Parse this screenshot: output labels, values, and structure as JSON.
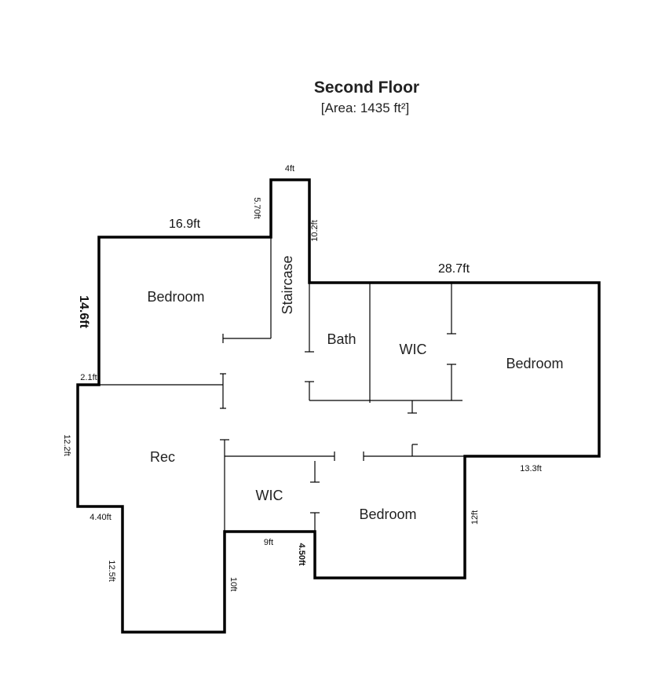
{
  "title": "Second Floor",
  "subtitle": "[Area: 1435 ft²]",
  "rooms": {
    "bedroom_nw": "Bedroom",
    "staircase": "Staircase",
    "bath": "Bath",
    "wic_ne": "WIC",
    "bedroom_e": "Bedroom",
    "rec": "Rec",
    "wic_s": "WIC",
    "bedroom_s": "Bedroom"
  },
  "dimensions": {
    "d_16_9": "16.9ft",
    "d_14_6": "14.6ft",
    "d_5_70": "5.70ft",
    "d_4": "4ft",
    "d_10_2": "10.2ft",
    "d_28_7": "28.7ft",
    "d_2_1": "2.1ft",
    "d_12_2": "12.2ft",
    "d_4_40": "4.40ft",
    "d_12_5": "12.5ft",
    "d_10": "10ft",
    "d_9": "9ft",
    "d_4_50": "4.50ft",
    "d_12": "12ft",
    "d_13_3": "13.3ft"
  }
}
